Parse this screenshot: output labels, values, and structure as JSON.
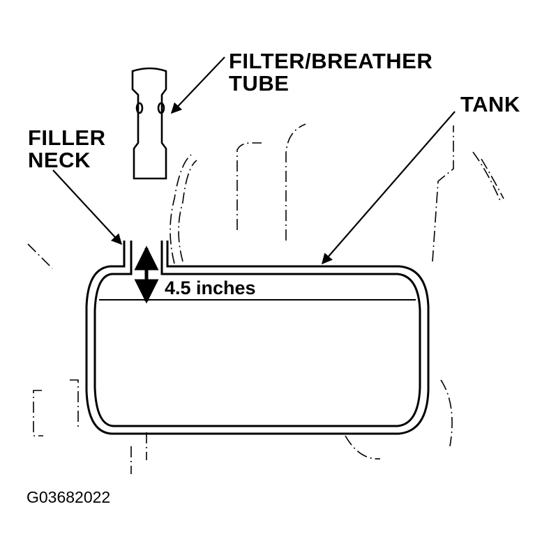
{
  "labels": {
    "filter_breather_line1": "FILTER/BREATHER",
    "filter_breather_line2": "TUBE",
    "tank": "TANK",
    "filler_neck_line1": "FILLER",
    "filler_neck_line2": "NECK",
    "measurement": "4.5 inches",
    "figure_code": "G03682022"
  },
  "icons": {
    "measurement_arrow": "double-headed-arrow",
    "leader_arrows": "pointer-arrow"
  }
}
